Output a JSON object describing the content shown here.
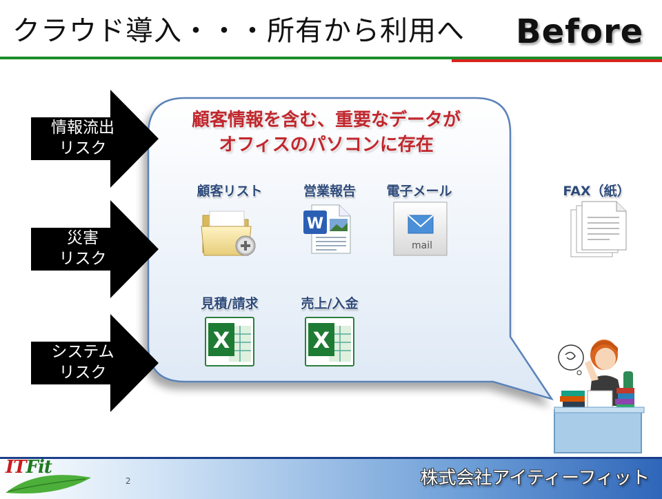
{
  "header": {
    "title": "クラウド導入・・・所有から利用へ",
    "badge": "Before"
  },
  "risks": [
    {
      "line1": "情報流出",
      "line2": "リスク"
    },
    {
      "line1": "災害",
      "line2": "リスク"
    },
    {
      "line1": "システム",
      "line2": "リスク"
    }
  ],
  "bubble": {
    "headline_line1": "顧客情報を含む、重要なデータが",
    "headline_line2": "オフィスのパソコンに存在",
    "items": [
      {
        "label": "顧客リスト",
        "icon": "folder-icon"
      },
      {
        "label": "営業報告",
        "icon": "word-document-icon"
      },
      {
        "label": "電子メール",
        "icon": "mail-icon",
        "icon_text": "mail"
      },
      {
        "label": "見積/請求",
        "icon": "excel-icon"
      },
      {
        "label": "売上/入金",
        "icon": "excel-icon"
      }
    ]
  },
  "fax": {
    "label": "FAX（紙）",
    "icon": "paper-stack-icon"
  },
  "footer": {
    "logo_it": "IT",
    "logo_fit": "Fit",
    "page_number": "2",
    "company": "株式会社アイティーフィット"
  },
  "colors": {
    "accent_green": "#1d8d2a",
    "accent_red": "#d9251c",
    "headline_red": "#c1272d",
    "label_blue": "#2d4a7a",
    "bubble_border": "#5a82b8",
    "footer_blue": "#2f66b9"
  }
}
